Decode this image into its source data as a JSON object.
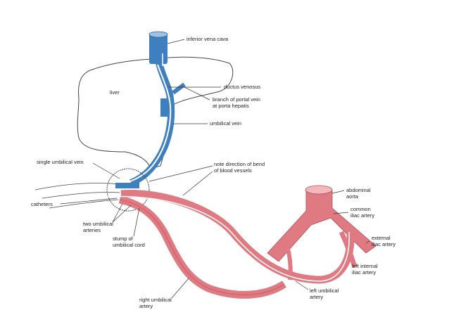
{
  "diagram": {
    "colors": {
      "vein": "#3e7fc0",
      "vein_light": "#9cc3e6",
      "artery": "#e07a82",
      "artery_light": "#f2b8bc",
      "outline": "#444444",
      "catheter": "#ffffff"
    },
    "labels": {
      "ivc": "inferior vena cava",
      "liver": "liver",
      "ductus": "ductus venosus",
      "portal_1": "branch of portal vein",
      "portal_2": "at porta hepatis",
      "umb_vein": "umbilical vein",
      "single_vein": "single umbilical vein",
      "note_1": "note direction of bend",
      "note_2": "of blood vessels",
      "aorta_1": "abdominal",
      "aorta_2": "aorta",
      "common_1": "common",
      "common_2": "iliac artery",
      "external_1": "external",
      "external_2": "iliac artery",
      "internal_1": "left internal",
      "internal_2": "iliac artery",
      "catheters": "catheters",
      "two_art_1": "two umbilical",
      "two_art_2": "arteries",
      "stump_1": "stump of",
      "stump_2": "umbilical cord",
      "right_art_1": "right umbilical",
      "right_art_2": "artery",
      "left_art_1": "left umbilical",
      "left_art_2": "artery"
    }
  }
}
